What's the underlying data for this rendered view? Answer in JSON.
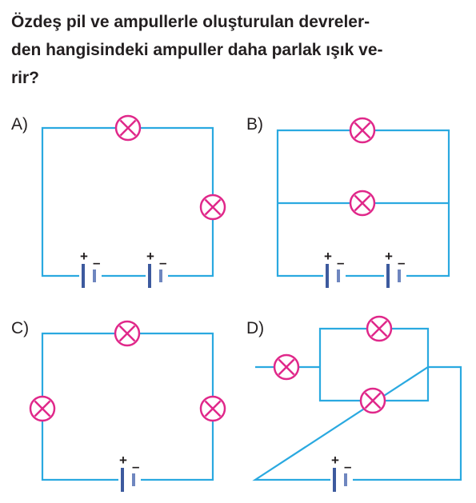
{
  "question": {
    "lines": [
      "Özdeş pil ve ampullerle oluşturulan devreler-",
      "den hangisindeki ampuller daha parlak ışık ve-",
      "rir?"
    ]
  },
  "options": {
    "a": "A)",
    "b": "B)",
    "c": "C)",
    "d": "D)"
  },
  "battery_signs": {
    "plus": "+",
    "minus": "–"
  },
  "colors": {
    "wire": "#2aa9e0",
    "bulb": "#e0288a",
    "battery_long": "#3d5a9e",
    "battery_short": "#6f86bf"
  },
  "icons": {
    "bulb": "bulb-icon",
    "battery": "battery-icon"
  }
}
